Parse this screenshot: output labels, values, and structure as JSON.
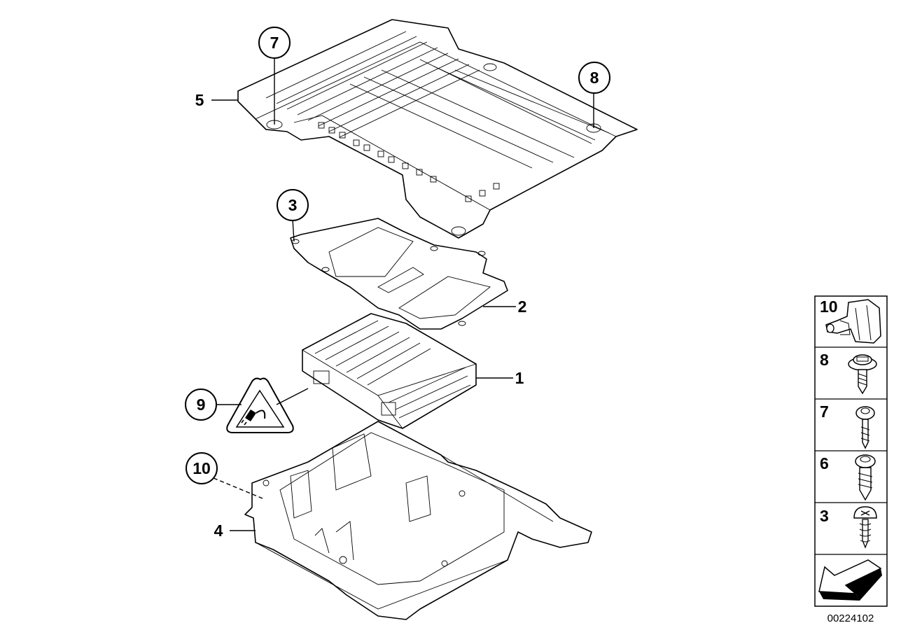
{
  "diagram": {
    "callouts": {
      "c7": "7",
      "c8": "8",
      "c3": "3",
      "c9": "9",
      "c10": "10"
    },
    "plain_labels": {
      "l5": "5",
      "l2": "2",
      "l1": "1",
      "l4": "4"
    },
    "parts_panel": {
      "items": [
        {
          "label": "10",
          "icon": "grommet-icon"
        },
        {
          "label": "8",
          "icon": "flange-screw-icon"
        },
        {
          "label": "7",
          "icon": "torx-screw-icon"
        },
        {
          "label": "6",
          "icon": "hex-screw-icon"
        },
        {
          "label": "3",
          "icon": "pan-head-screw-icon"
        }
      ],
      "footer_icon": "direction-arrow-icon"
    },
    "document_code": "00224102"
  }
}
